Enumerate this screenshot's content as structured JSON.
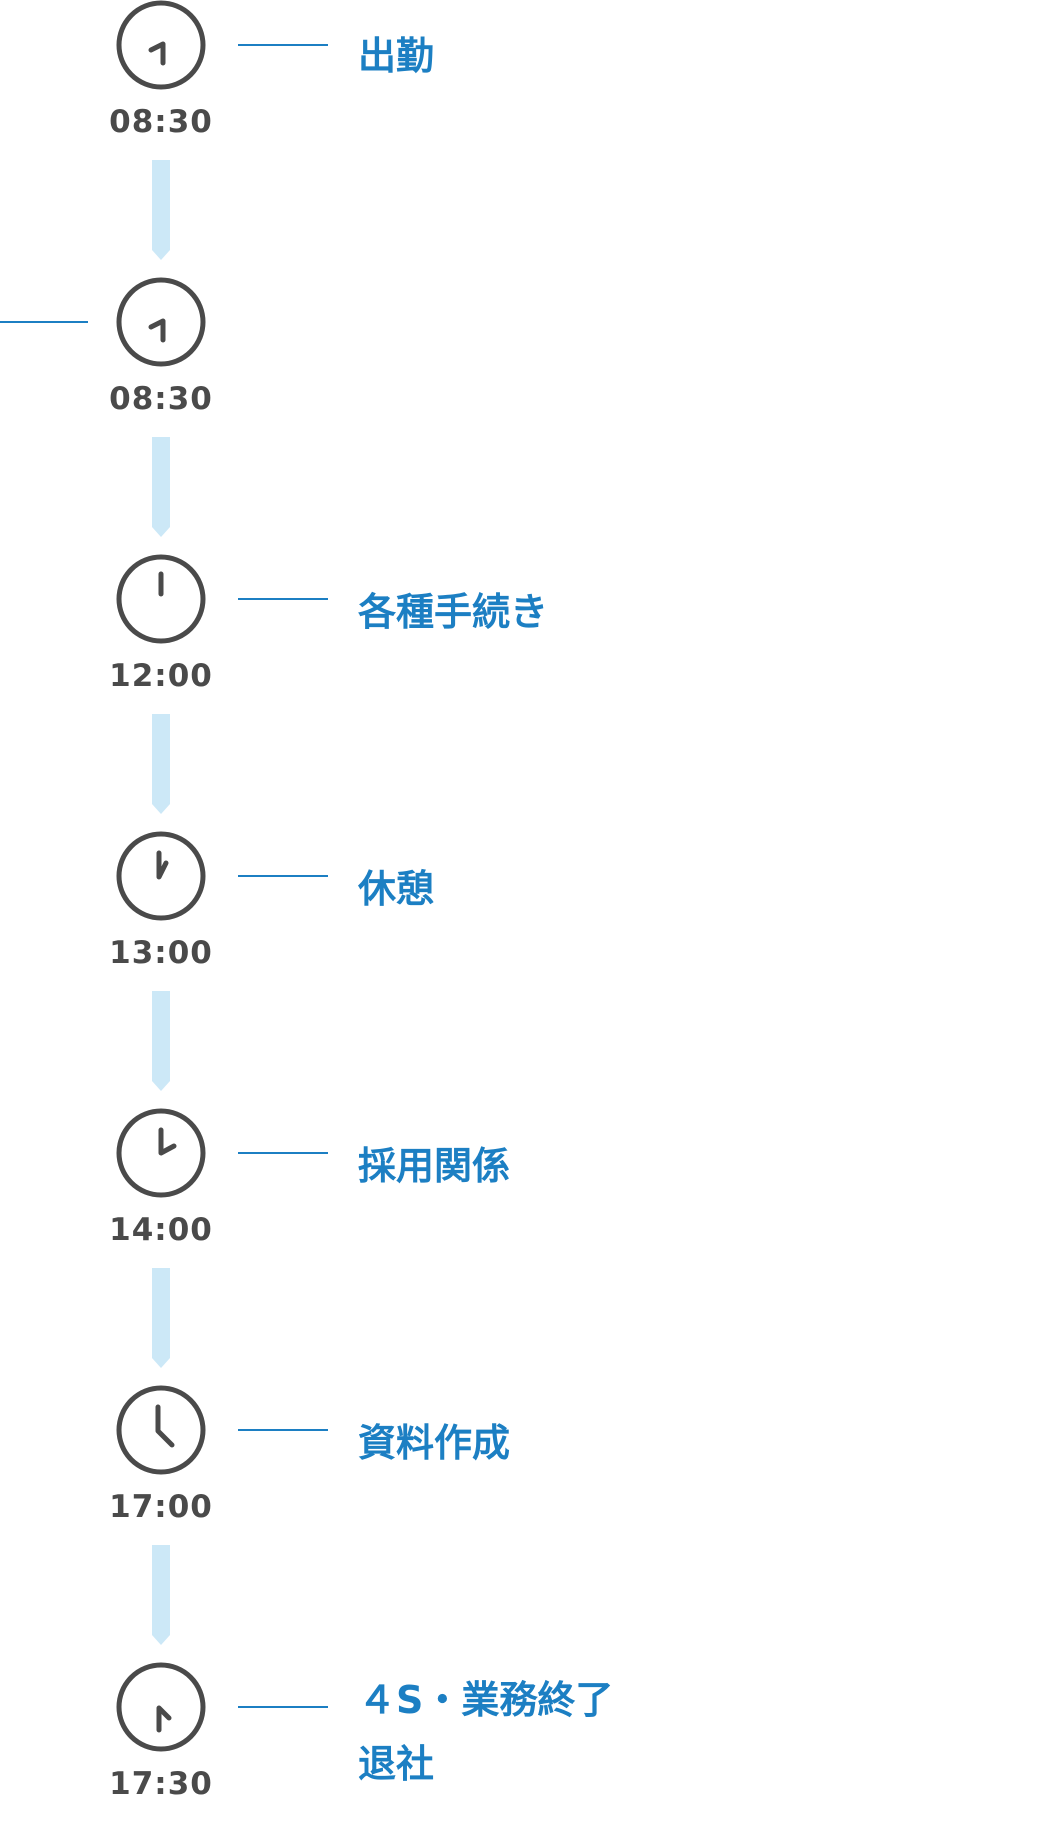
{
  "schedule": [
    {
      "time": "08:30",
      "label": "出勤"
    },
    {
      "time": "08:30",
      "label": ""
    },
    {
      "time": "12:00",
      "label": "各種手続き"
    },
    {
      "time": "13:00",
      "label": "休憩"
    },
    {
      "time": "14:00",
      "label": "採用関係"
    },
    {
      "time": "17:00",
      "label": "資料作成"
    },
    {
      "time": "17:30",
      "label": "４S・業務終了",
      "label2": "退社"
    }
  ],
  "colors": {
    "accent": "#1c7fc3",
    "clock": "#4a4a4a",
    "arrow": "#cce8f7"
  }
}
